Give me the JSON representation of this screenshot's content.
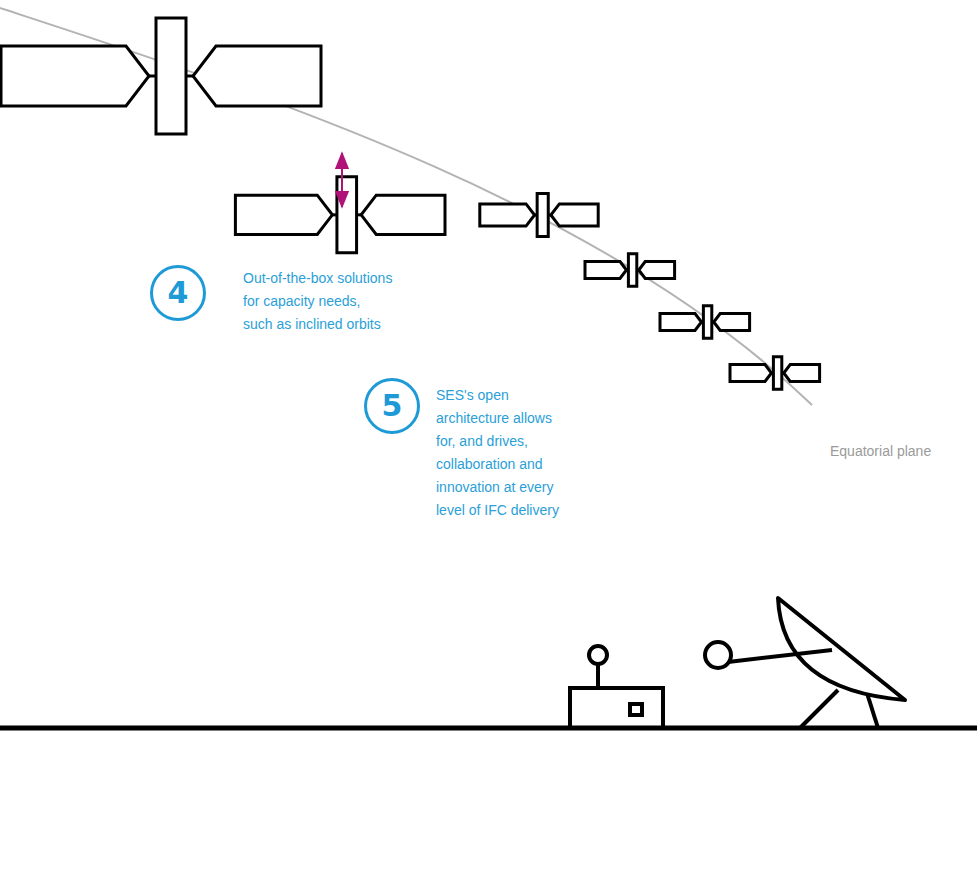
{
  "diagram": {
    "nodes": [
      {
        "text": [
          "4",
          "Out-of-the-box solutions for capacity needs, such as inclined orbits"
        ]
      },
      {
        "text": [
          "5",
          "SES's open architecture allows for, and drives, collaboration and innovation at every level of IFC delivery"
        ]
      }
    ],
    "labels": [
      "Equatorial plane"
    ]
  }
}
